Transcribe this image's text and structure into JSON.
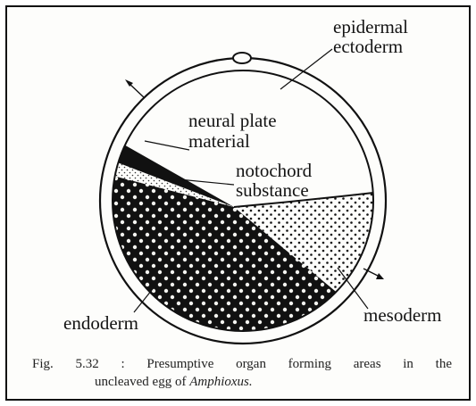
{
  "labels": {
    "epidermal": "epidermal",
    "ectoderm": "ectoderm",
    "neural_1": "neural plate",
    "neural_2": "material",
    "notochord_1": "notochord",
    "notochord_2": "substance",
    "endoderm": "endoderm",
    "mesoderm": "mesoderm"
  },
  "caption": {
    "line1": "Fig. 5.32 : Presumptive organ forming areas in the",
    "line2_prefix": "uncleaved egg of ",
    "line2_italic": "Amphioxus."
  },
  "colors": {
    "ink": "#111111",
    "paper": "#fdfdfb"
  }
}
